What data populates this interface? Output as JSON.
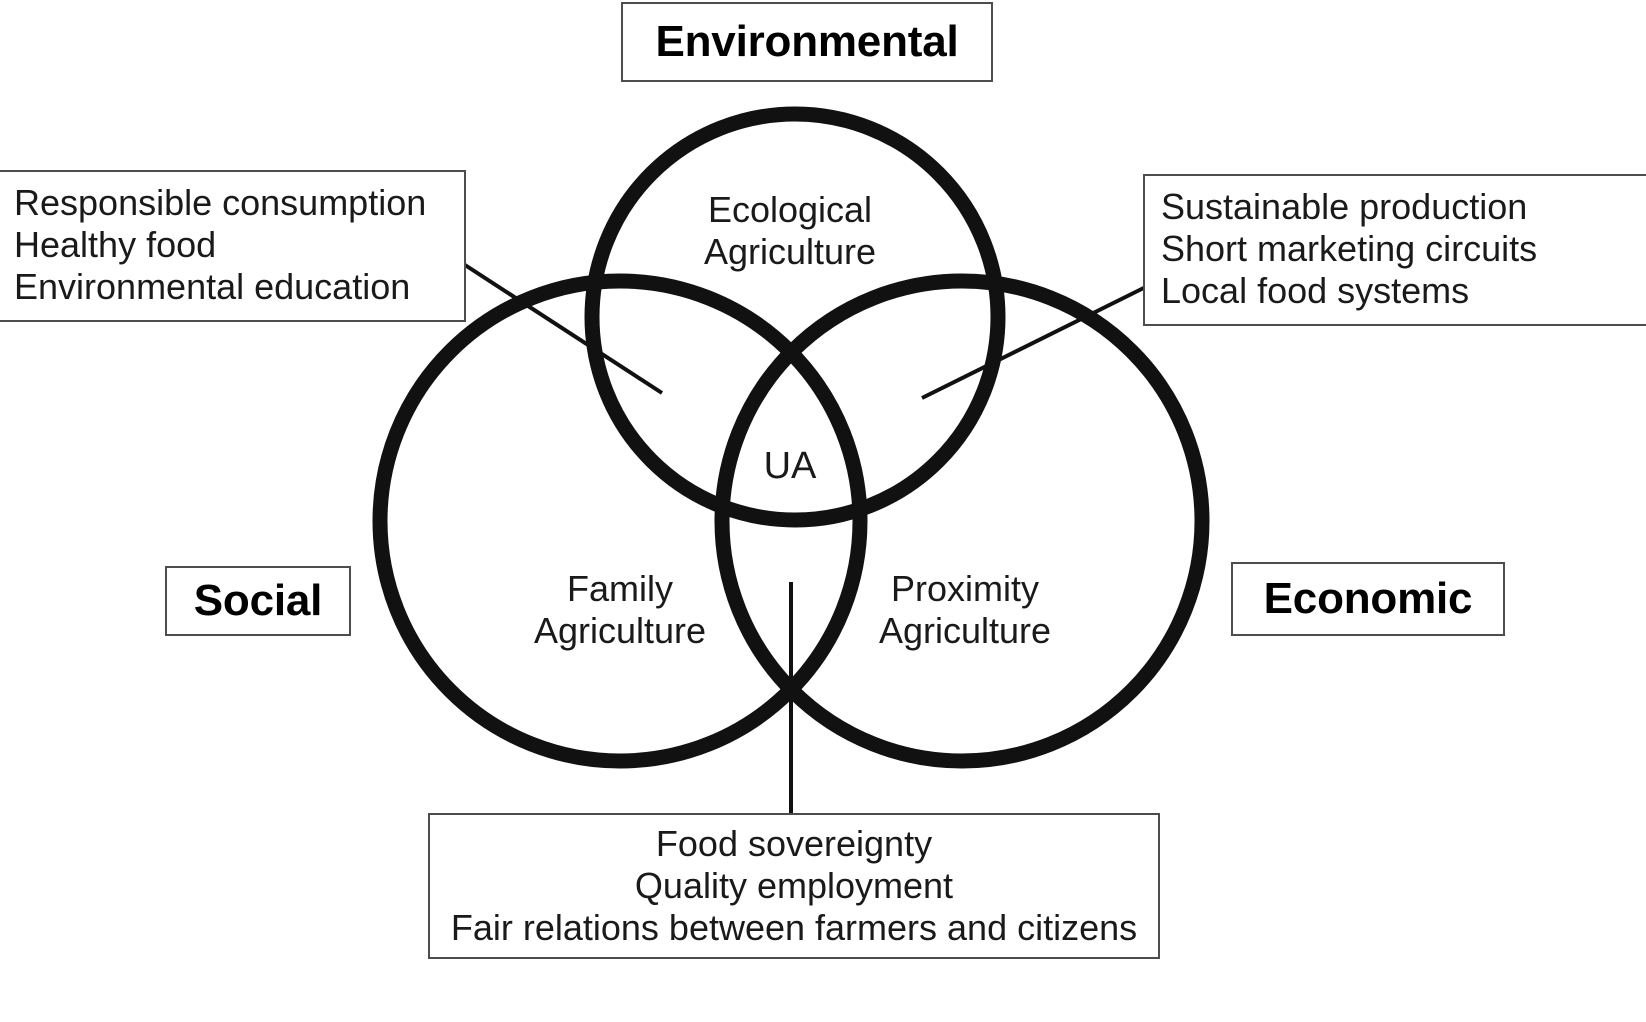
{
  "diagram": {
    "title_hidden": "Urban Agriculture (UA) sustainability Venn diagram",
    "type": "venn-3-circle",
    "stroke_color": "#111111",
    "box_border_color": "#4d4d4d",
    "background": "#ffffff"
  },
  "pillars": {
    "environmental": "Environmental",
    "social": "Social",
    "economic": "Economic"
  },
  "regions": {
    "top_only": "Ecological\nAgriculture",
    "top_only_line1": "Ecological",
    "top_only_line2": "Agriculture",
    "left_only_line1": "Family",
    "left_only_line2": "Agriculture",
    "right_only_line1": "Proximity",
    "right_only_line2": "Agriculture",
    "center": "UA"
  },
  "callouts": {
    "environmental_social": {
      "lines": [
        "Responsible consumption",
        "Healthy food",
        "Environmental education"
      ]
    },
    "environmental_economic": {
      "lines": [
        "Sustainable production",
        "Short marketing circuits",
        "Local food systems"
      ]
    },
    "social_economic": {
      "lines": [
        "Food sovereignty",
        "Quality employment",
        "Fair relations between farmers and citizens"
      ]
    }
  }
}
